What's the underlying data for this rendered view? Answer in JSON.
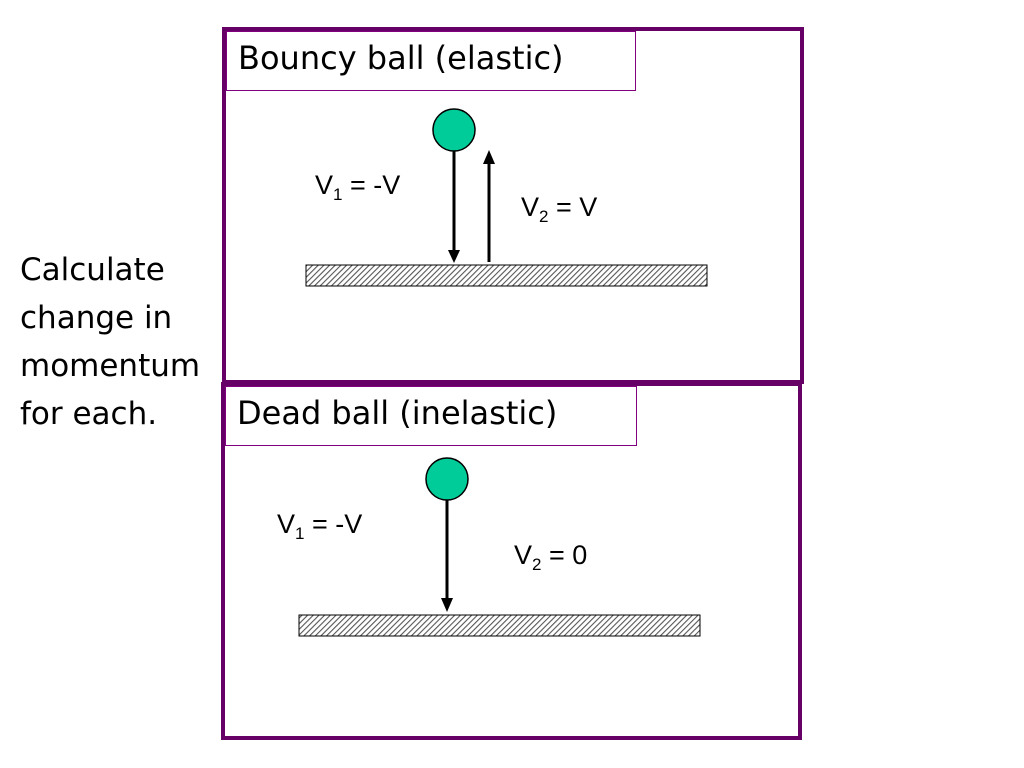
{
  "side_note": {
    "lines": [
      "Calculate",
      "change in",
      "momentum",
      "for each."
    ]
  },
  "colors": {
    "panel_border": "#660066",
    "ball_fill": "#00cc99",
    "floor_hatch": "#555555"
  },
  "panels": [
    {
      "title": "Bouncy ball (elastic)",
      "v1": {
        "symbol": "V",
        "sub": "1",
        "rest": " = -V"
      },
      "v2": {
        "symbol": "V",
        "sub": "2",
        "rest": " = V"
      }
    },
    {
      "title": "Dead ball (inelastic)",
      "v1": {
        "symbol": "V",
        "sub": "1",
        "rest": " = -V"
      },
      "v2": {
        "symbol": "V",
        "sub": "2",
        "rest": " = 0"
      }
    }
  ]
}
